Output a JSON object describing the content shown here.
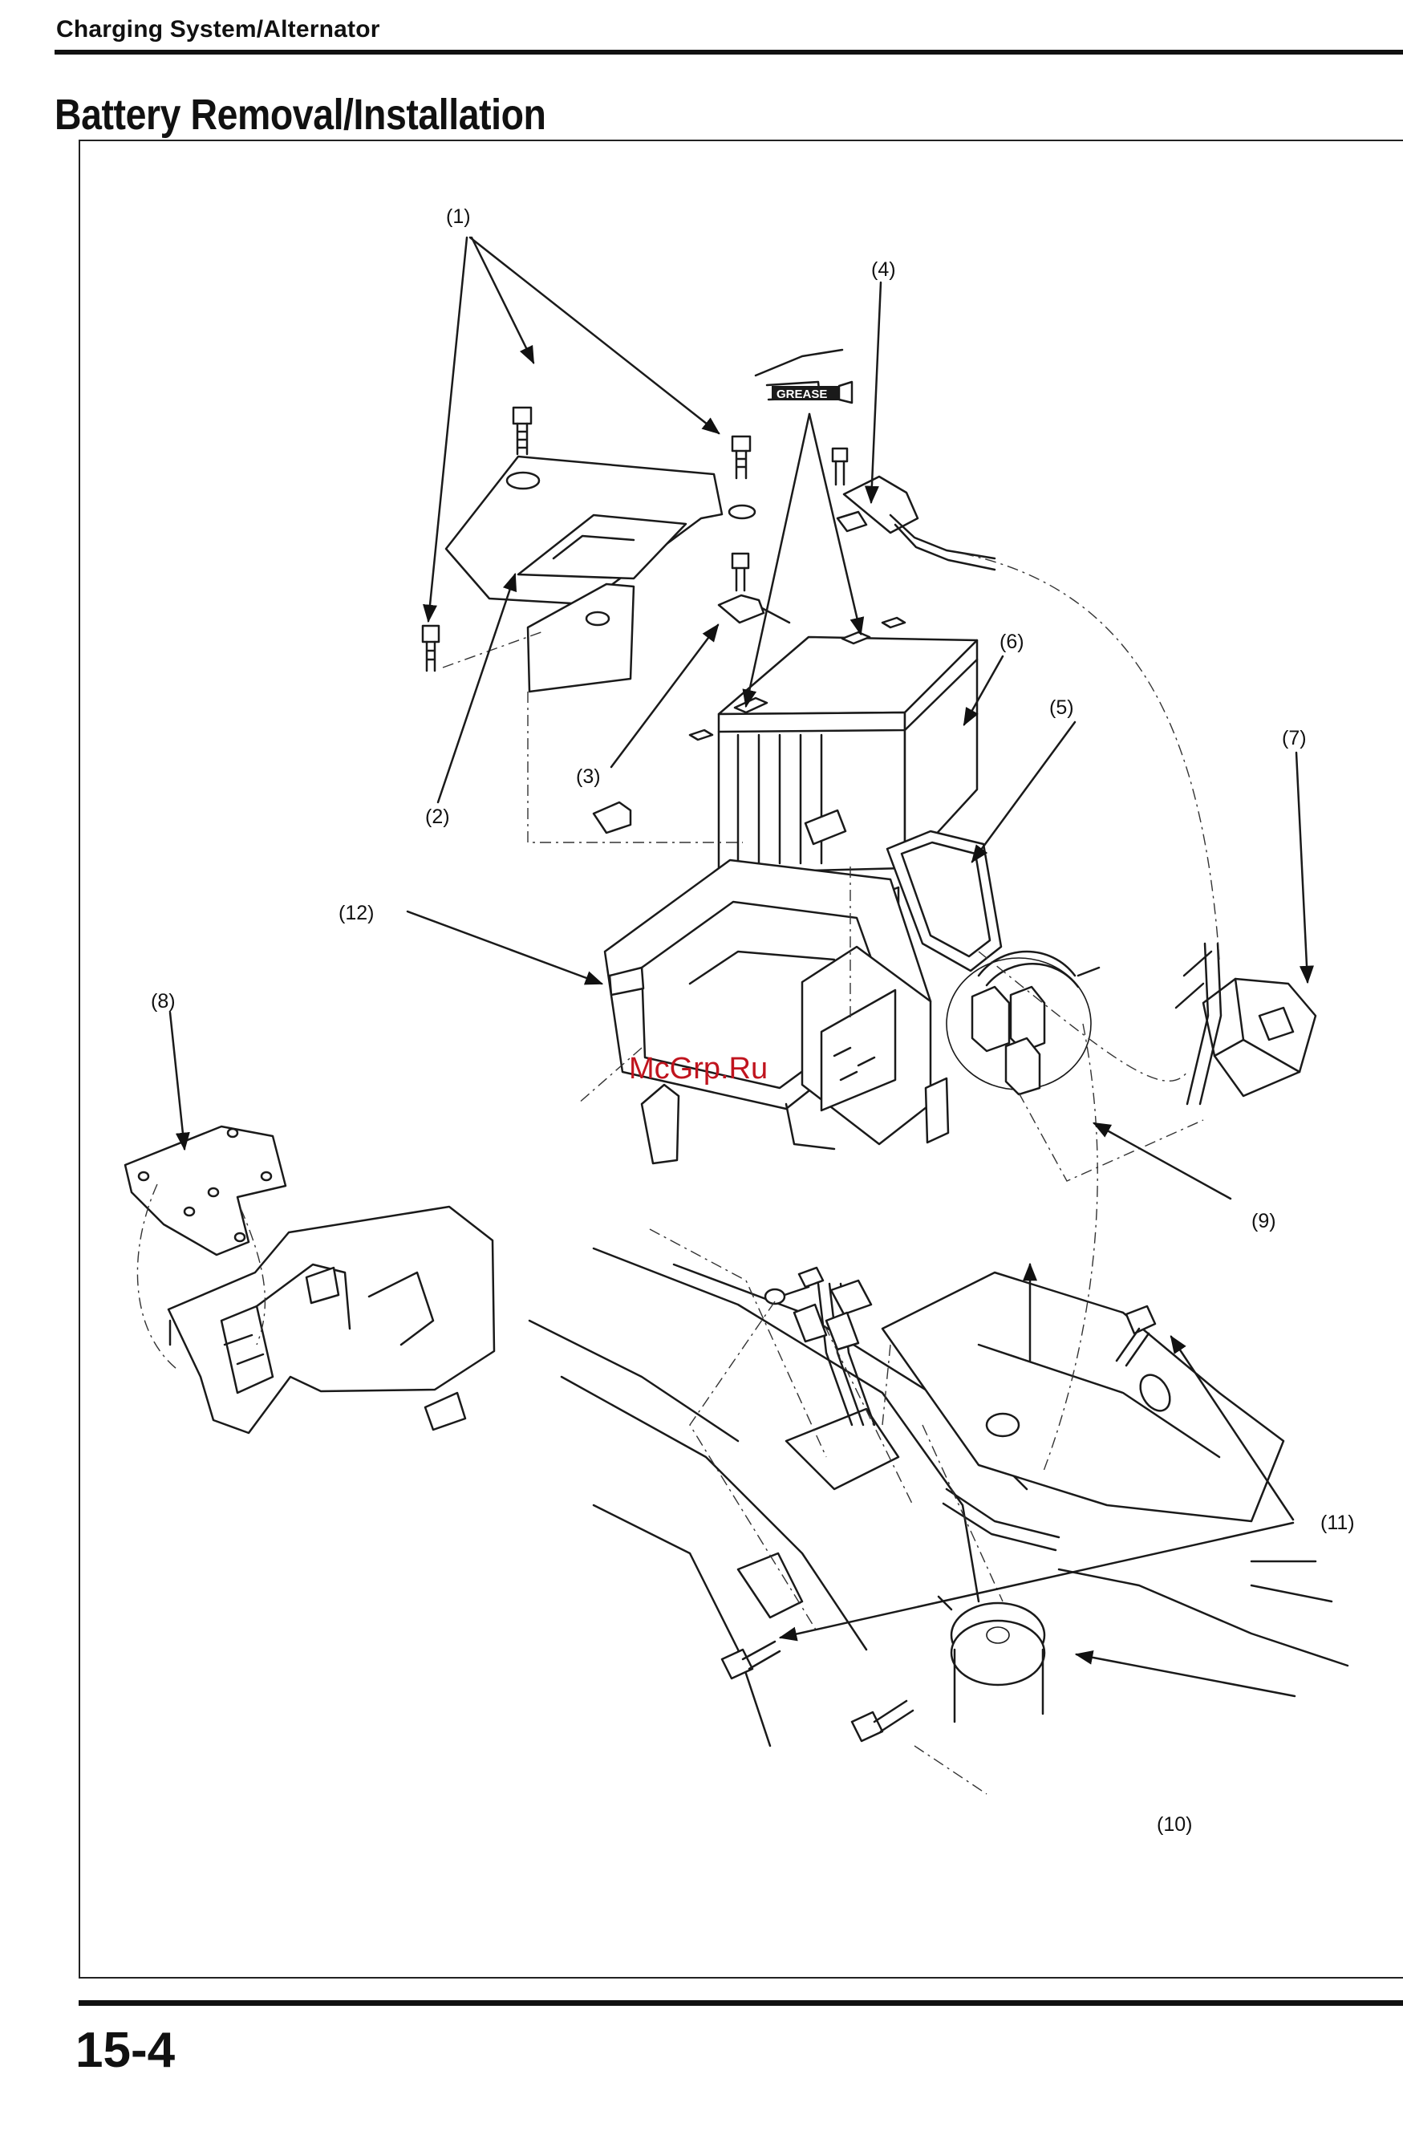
{
  "header": {
    "section": "Charging System/Alternator",
    "title": "Battery Removal/Installation"
  },
  "figure": {
    "grease_label": "GREASE",
    "watermark": "McGrp.Ru",
    "callouts": [
      "(1)",
      "(2)",
      "(3)",
      "(4)",
      "(5)",
      "(6)",
      "(7)",
      "(8)",
      "(9)",
      "(10)",
      "(11)",
      "(12)"
    ]
  },
  "footer": {
    "page_number": "15-4"
  }
}
